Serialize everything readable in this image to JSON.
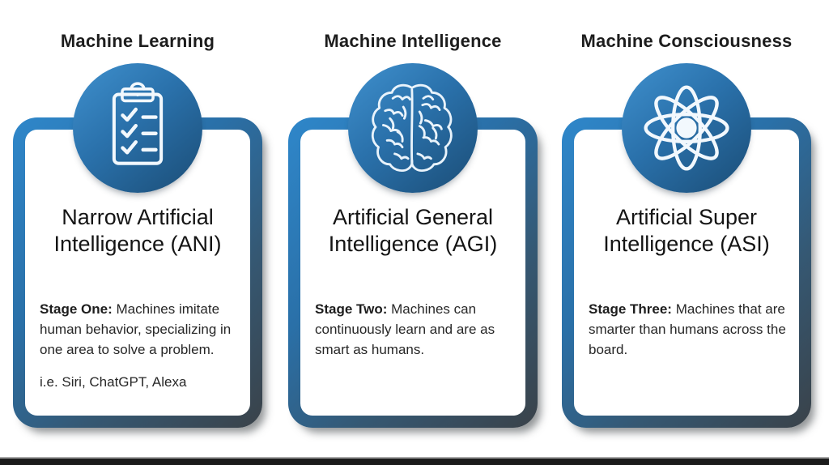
{
  "page": {
    "background": "#ffffff",
    "bottom_bar_color": "#1b1b1b"
  },
  "colors": {
    "accent_blue": "#2f87ca",
    "dark_slate": "#3a4249",
    "circle_blue_light": "#3d8dca",
    "circle_blue_dark": "#1b4d76",
    "heading_text": "#1d1d1d",
    "body_text": "#272727"
  },
  "cards": [
    {
      "stage_label": "Machine Learning",
      "icon": "clipboard-checklist-icon",
      "title": "Narrow Artificial Intelligence (ANI)",
      "description_lead": "Stage One:",
      "description": " Machines imitate human behavior, specializing in one area to solve a problem.",
      "example": "i.e. Siri, ChatGPT, Alexa"
    },
    {
      "stage_label": "Machine Intelligence",
      "icon": "brain-icon",
      "title": "Artificial General Intelligence (AGI)",
      "description_lead": "Stage Two:",
      "description": " Machines can continuously learn and are as smart as humans.",
      "example": ""
    },
    {
      "stage_label": "Machine Consciousness",
      "icon": "atom-icon",
      "title": "Artificial Super Intelligence (ASI)",
      "description_lead": "Stage Three:",
      "description": " Machines that are smarter than humans across the board.",
      "example": ""
    }
  ]
}
